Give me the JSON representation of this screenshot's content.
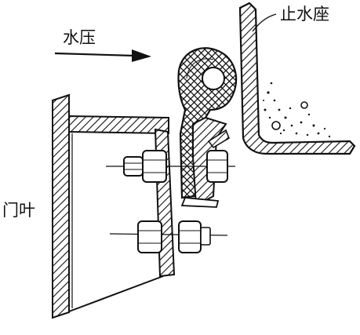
{
  "labels": {
    "water_pressure": "水压",
    "seal_seat": "止水座",
    "gate_leaf": "门叶"
  },
  "colors": {
    "ink": "#111111",
    "background": "#ffffff"
  }
}
